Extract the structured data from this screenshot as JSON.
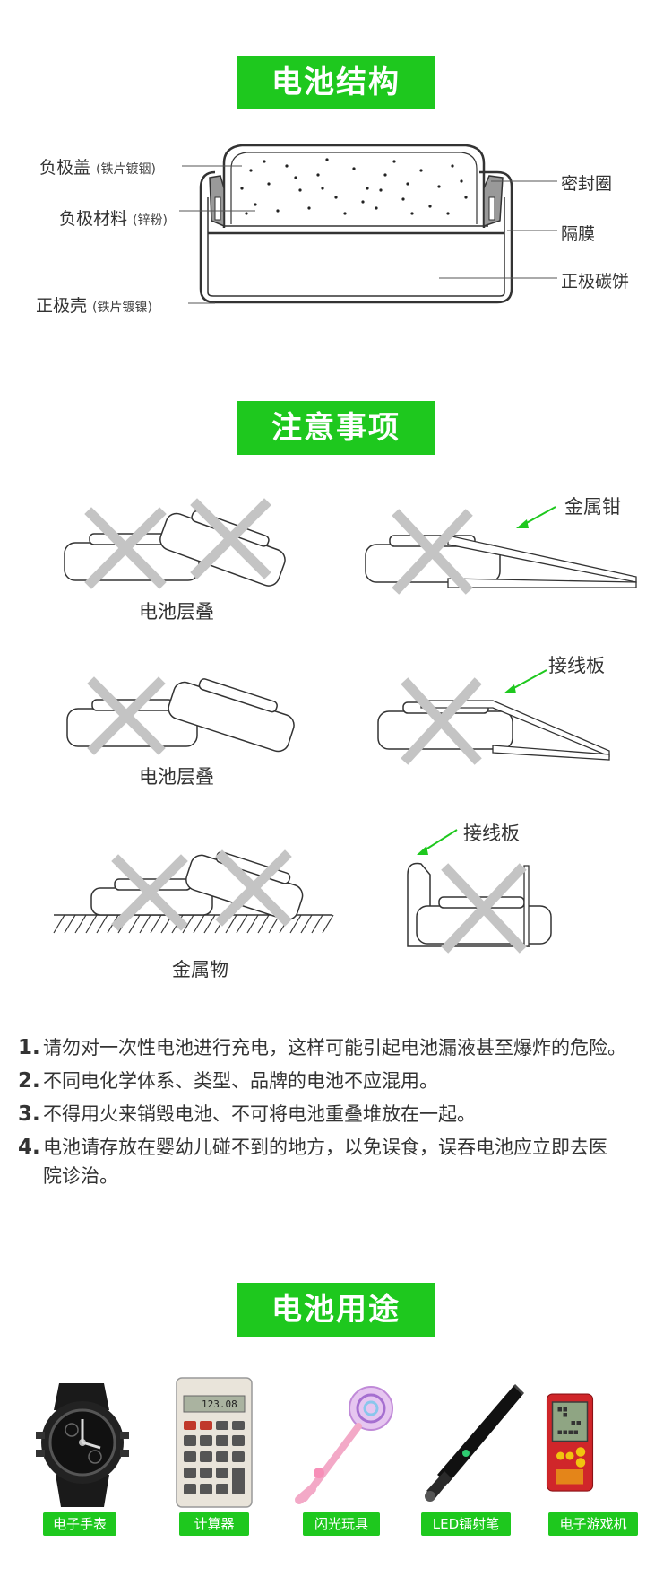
{
  "sections": {
    "structure_title": "电池结构",
    "precautions_title": "注意事项",
    "uses_title": "电池用途"
  },
  "structure": {
    "left_labels": [
      {
        "name": "负极盖",
        "note": "(铁片镀铟)"
      },
      {
        "name": "负极材料",
        "note": "(锌粉)"
      },
      {
        "name": "正极壳",
        "note": "(铁片镀镍)"
      }
    ],
    "right_labels": [
      "密封圈",
      "隔膜",
      "正极碳饼"
    ]
  },
  "precautions": {
    "captions": {
      "stack1": "电池层叠",
      "tweezers": "金属钳",
      "stack2": "电池层叠",
      "board1": "接线板",
      "metal": "金属物",
      "board2": "接线板"
    }
  },
  "notes": [
    {
      "num": "1.",
      "text": "请勿对一次性电池进行充电，这样可能引起电池漏液甚至爆炸的危险。"
    },
    {
      "num": "2.",
      "text": "不同电化学体系、类型、品牌的电池不应混用。"
    },
    {
      "num": "3.",
      "text": "不得用火来销毁电池、不可将电池重叠堆放在一起。"
    },
    {
      "num": "4.",
      "text": "电池请存放在婴幼儿碰不到的地方，以免误食，误吞电池应立即去医院诊治。"
    }
  ],
  "uses": [
    {
      "label": "电子手表",
      "icon": "watch-icon"
    },
    {
      "label": "计算器",
      "icon": "calculator-icon",
      "display": "123.08"
    },
    {
      "label": "闪光玩具",
      "icon": "toy-icon"
    },
    {
      "label": "LED镭射笔",
      "icon": "laser-pen-icon"
    },
    {
      "label": "电子游戏机",
      "icon": "game-console-icon"
    }
  ],
  "colors": {
    "accent": "#1ec81e",
    "cross": "#c4c4c4",
    "line": "#333333"
  }
}
